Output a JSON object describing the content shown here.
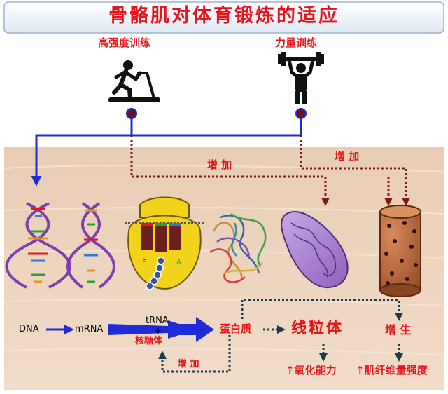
{
  "title": "骨骼肌对体育锻炼的适应",
  "training": {
    "endurance": {
      "label": "高强度训练",
      "icon": "treadmill-runner-icon"
    },
    "strength": {
      "label": "力量训练",
      "icon": "weightlifter-icon"
    }
  },
  "increase_labels": {
    "left": "增  加",
    "right": "增  加",
    "bottom": "增 加"
  },
  "flow": {
    "dna": "DNA",
    "mrna": "mRNA",
    "trna": "tRNA",
    "plus": "+",
    "ribosome": "核糖体",
    "protein": "蛋白质",
    "mitochondria": "线粒体",
    "hyperplasia": "增 生"
  },
  "outcomes": {
    "oxidative": "↑氧化能力",
    "fiber_strength": "↑肌纤维量强度"
  },
  "ribosome_sites": {
    "e": "E",
    "a": "A"
  },
  "colors": {
    "title_red": "#e8141b",
    "flow_blue": "#1e2bd6",
    "dotted_brown": "#7a1c12",
    "dotted_dark": "#1b3d4a",
    "muscle_bg": "#e9cfb8",
    "mito_purple": "#b28fd6",
    "ribosome_yellow": "#f2d31b",
    "fiber_brown": "#b8643a"
  }
}
